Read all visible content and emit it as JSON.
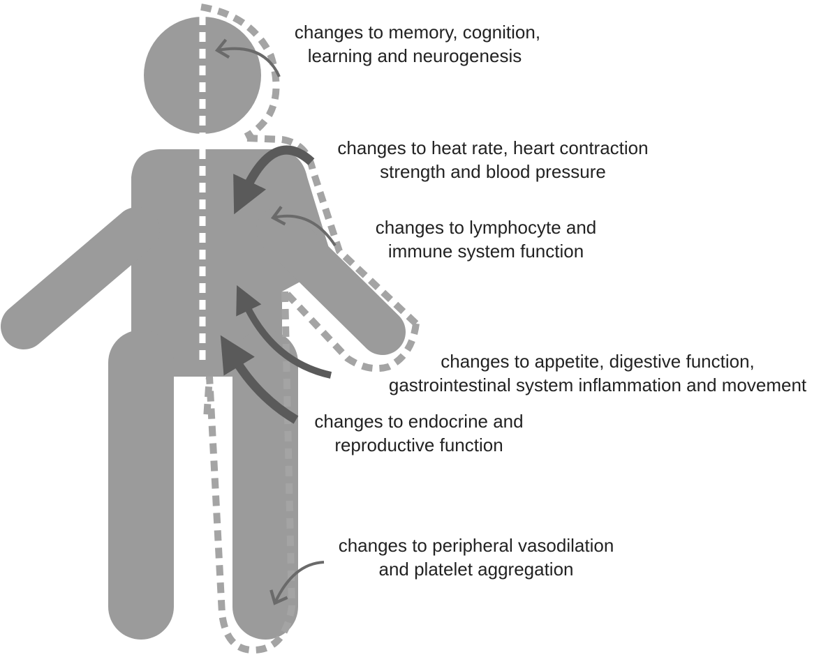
{
  "colors": {
    "body": "#9b9b9b",
    "dashes": "#a4a4a4",
    "midline": "#ffffff",
    "arrow_dark": "#5a5a5a",
    "arrow_light": "#6a6a6a",
    "text": "#222222"
  },
  "labels": {
    "brain": [
      "changes to memory, cognition,",
      "learning and neurogenesis"
    ],
    "heart": [
      "changes to heat rate, heart contraction",
      "strength and blood pressure"
    ],
    "immune": [
      "changes to lymphocyte and",
      "immune system function"
    ],
    "digestive": [
      "changes to appetite, digestive function,",
      "gastrointestinal system inflammation and movement"
    ],
    "endocrine": [
      "changes to endocrine and",
      "reproductive function"
    ],
    "vascular": [
      "changes to peripheral vasodilation",
      "and platelet aggregation"
    ]
  }
}
